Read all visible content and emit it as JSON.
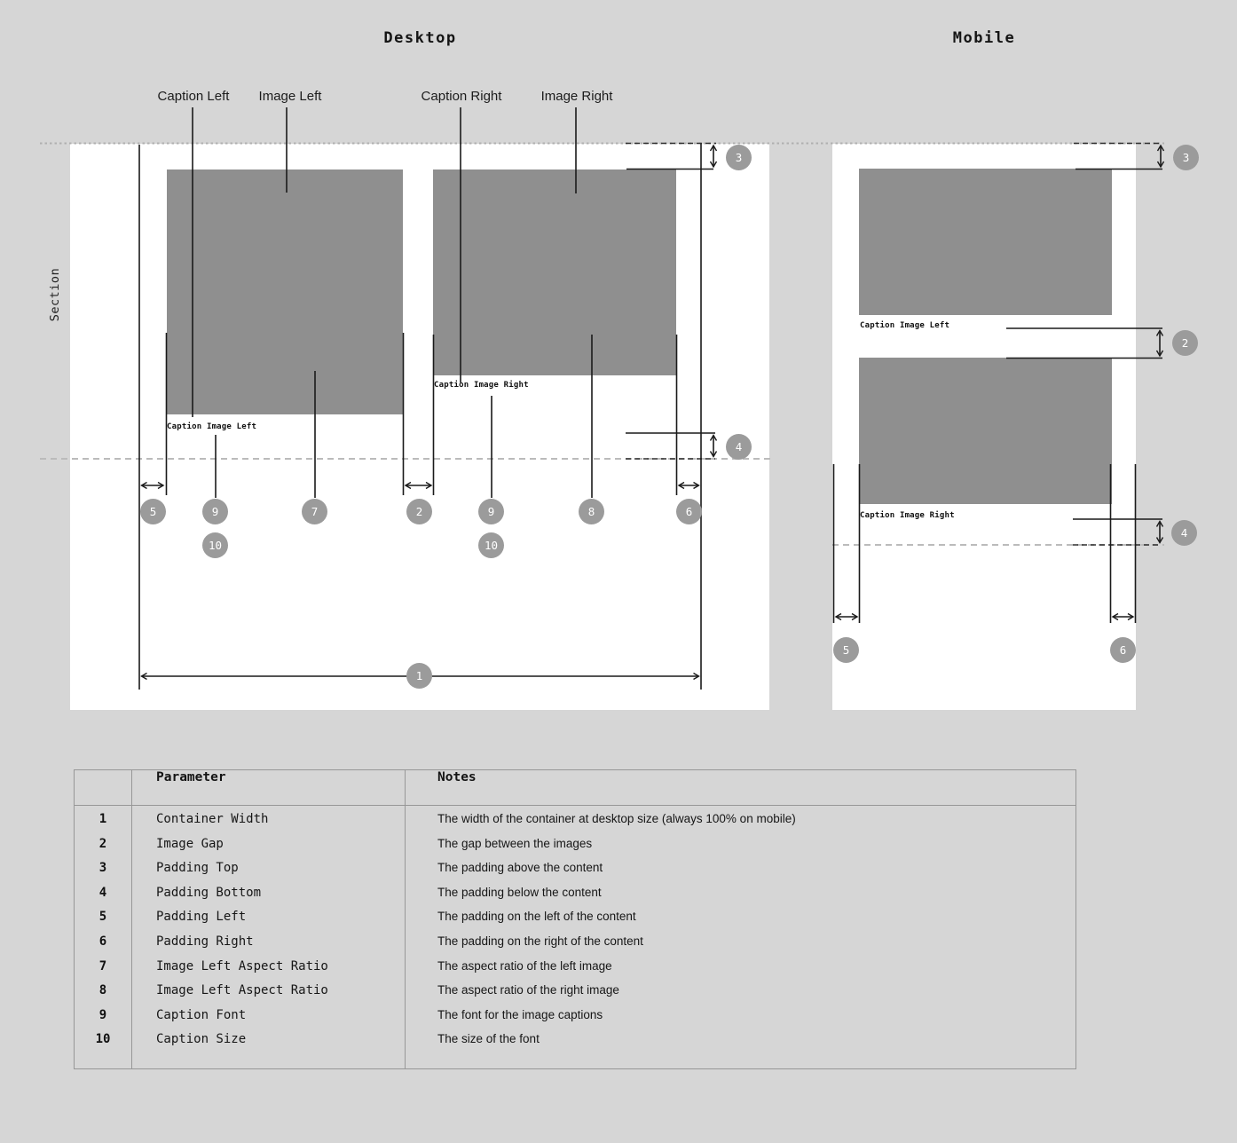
{
  "titles": {
    "desktop": "Desktop",
    "mobile": "Mobile"
  },
  "section_label": "Section",
  "pointer_labels": {
    "caption_left": "Caption Left",
    "image_left": "Image Left",
    "caption_right": "Caption Right",
    "image_right": "Image Right"
  },
  "captions": {
    "desktop_left": "Caption Image Left",
    "desktop_right": "Caption Image Right",
    "mobile_first": "Caption Image Left",
    "mobile_second": "Caption Image Right"
  },
  "badges": {
    "d3": "3",
    "d4": "4",
    "d5": "5",
    "d9a": "9",
    "d7": "7",
    "d2": "2",
    "d9b": "9",
    "d8": "8",
    "d6": "6",
    "d10a": "10",
    "d10b": "10",
    "d1": "1",
    "m3": "3",
    "m2": "2",
    "m4": "4",
    "m5": "5",
    "m6": "6"
  },
  "table": {
    "header": {
      "parameter": "Parameter",
      "notes": "Notes"
    },
    "rows": [
      {
        "num": "1",
        "parameter": "Container Width",
        "notes": "The width of the container at desktop size (always 100% on mobile)"
      },
      {
        "num": "2",
        "parameter": "Image Gap",
        "notes": "The gap between the images"
      },
      {
        "num": "3",
        "parameter": "Padding Top",
        "notes": "The padding above the content"
      },
      {
        "num": "4",
        "parameter": "Padding Bottom",
        "notes": "The padding below the content"
      },
      {
        "num": "5",
        "parameter": "Padding Left",
        "notes": "The padding on the left of the content"
      },
      {
        "num": "6",
        "parameter": "Padding Right",
        "notes": "The padding on the right of the content"
      },
      {
        "num": "7",
        "parameter": "Image Left Aspect Ratio",
        "notes": "The aspect ratio of the left image"
      },
      {
        "num": "8",
        "parameter": "Image Left Aspect Ratio",
        "notes": "The aspect ratio of the right image"
      },
      {
        "num": "9",
        "parameter": "Caption Font",
        "notes": "The font for the image captions"
      },
      {
        "num": "10",
        "parameter": "Caption Size",
        "notes": "The size of the font"
      }
    ]
  },
  "colors": {
    "background": "#d6d6d6",
    "panel": "#ffffff",
    "image_placeholder": "#8f8f8f",
    "badge": "#9b9b9b",
    "line": "#1a1a1a"
  }
}
